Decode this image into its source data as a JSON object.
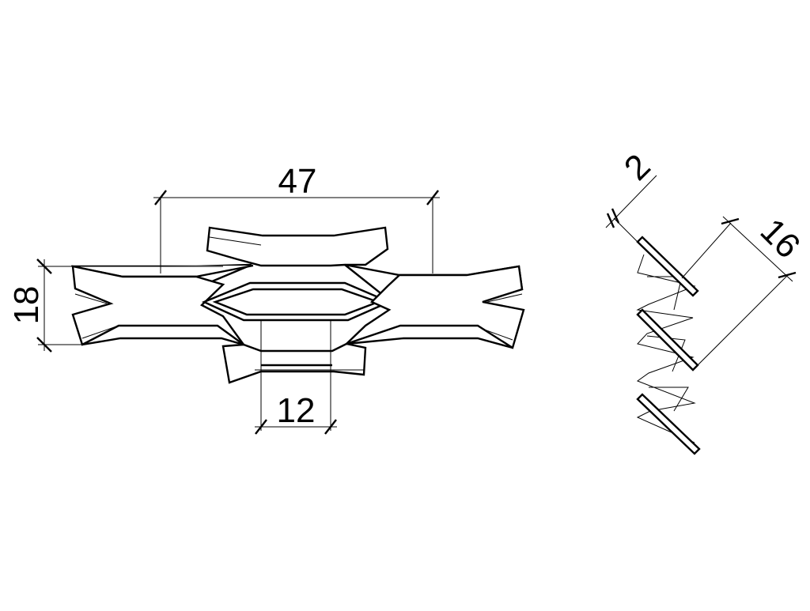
{
  "dimensions": {
    "strand_pitch": "47",
    "mesh_height": "18",
    "opening_width": "12",
    "sheet_thickness": "2",
    "section_pitch": "16"
  },
  "colors": {
    "line": "#000000",
    "background": "#ffffff"
  }
}
